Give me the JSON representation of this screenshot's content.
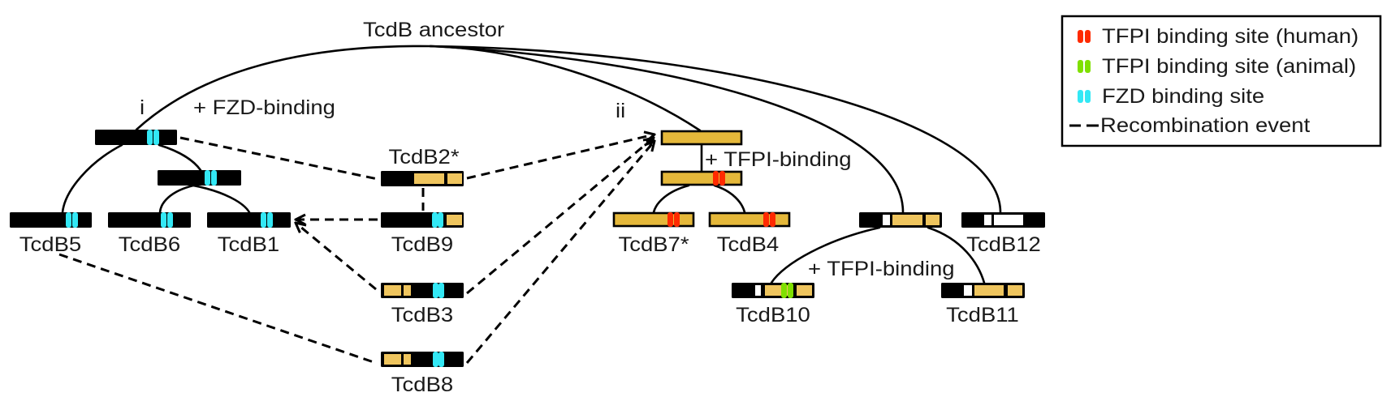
{
  "figure": {
    "root_label": "TcdB ancestor",
    "clade_i_label": "i",
    "clade_ii_label": "ii",
    "gain_fzd_label": "+ FZD-binding",
    "gain_tfpi_label_clade_ii": "+ TFPI-binding",
    "gain_tfpi_label_tcdb10": "+ TFPI-binding"
  },
  "variants": [
    {
      "label": "TcdB5",
      "binding_sites": [
        "FZD"
      ]
    },
    {
      "label": "TcdB6",
      "binding_sites": [
        "FZD"
      ]
    },
    {
      "label": "TcdB1",
      "binding_sites": [
        "FZD"
      ]
    },
    {
      "label": "TcdB2*",
      "binding_sites": []
    },
    {
      "label": "TcdB9",
      "binding_sites": [
        "FZD"
      ]
    },
    {
      "label": "TcdB3",
      "binding_sites": [
        "FZD"
      ]
    },
    {
      "label": "TcdB8",
      "binding_sites": [
        "FZD"
      ]
    },
    {
      "label": "TcdB7*",
      "binding_sites": [
        "TFPI (human)"
      ]
    },
    {
      "label": "TcdB4",
      "binding_sites": [
        "TFPI (human)"
      ]
    },
    {
      "label": "TcdB12",
      "binding_sites": []
    },
    {
      "label": "TcdB10",
      "binding_sites": [
        "TFPI (animal)"
      ]
    },
    {
      "label": "TcdB11",
      "binding_sites": []
    }
  ],
  "legend": {
    "items": [
      {
        "label": "TFPI binding site (human)",
        "symbol": "red-double-bar"
      },
      {
        "label": "TFPI binding site (animal)",
        "symbol": "green-double-bar"
      },
      {
        "label": "FZD binding site",
        "symbol": "cyan-double-bar"
      },
      {
        "label": "Recombination event",
        "symbol": "dashed-line"
      }
    ]
  },
  "colors": {
    "tfpi_human": "#FF2A00",
    "tfpi_animal": "#7FE000",
    "fzd": "#33E8F5",
    "clade_ii_gold": "#E5B83A",
    "recombinant_gold": "#EFC55E",
    "clade_i_black": "#000000"
  }
}
